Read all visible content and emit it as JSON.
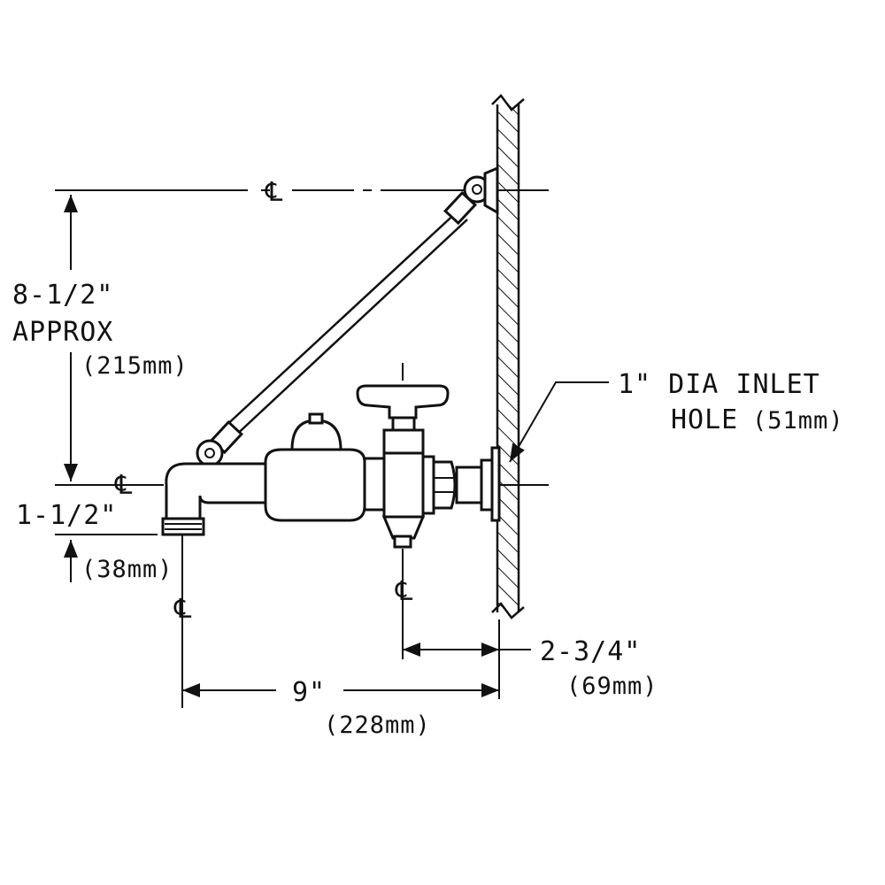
{
  "dimensions": {
    "height_brace": {
      "value": "8-1/2\"",
      "note": "APPROX",
      "metric": "(215mm)"
    },
    "spout_drop": {
      "value": "1-1/2\"",
      "metric": "(38mm)"
    },
    "projection": {
      "value": "9\"",
      "metric": "(228mm)"
    },
    "valve_offset": {
      "value": "2-3/4\"",
      "metric": "(69mm)"
    }
  },
  "inlet": {
    "line1": "1\" DIA INLET",
    "line2": "HOLE",
    "metric": "(51mm)"
  },
  "centerline_symbol": "℄"
}
